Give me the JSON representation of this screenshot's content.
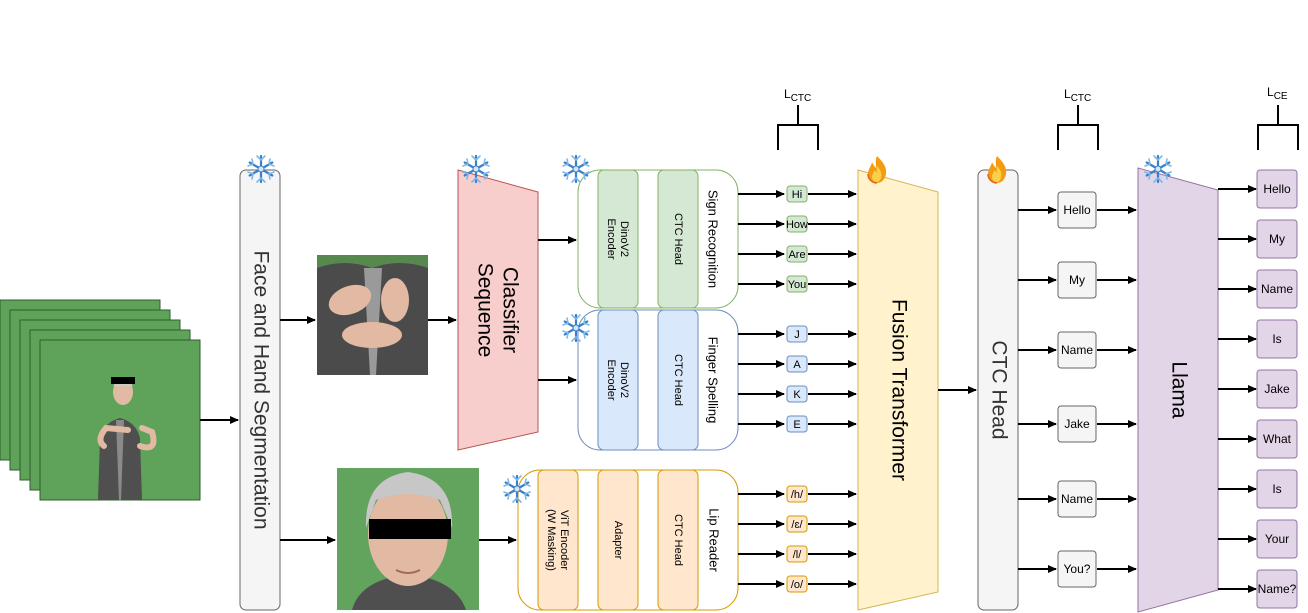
{
  "stages": {
    "segmentation": "Face and Hand Segmentation",
    "classifier_line1": "Sequence",
    "classifier_line2": "Classifier",
    "fusion": "Fusion Transformer",
    "ctc_head": "CTC Head",
    "llama": "Llama"
  },
  "branches": {
    "sign": {
      "title": "Sign Recognition",
      "encoder_line1": "DinoV2",
      "encoder_line2": "Encoder",
      "head": "CTC Head",
      "tokens": [
        "Hi",
        "How",
        "Are",
        "You"
      ]
    },
    "finger": {
      "title": "Finger Spelling",
      "encoder_line1": "DinoV2",
      "encoder_line2": "Encoder",
      "head": "CTC Head",
      "tokens": [
        "J",
        "A",
        "K",
        "E"
      ]
    },
    "lip": {
      "title": "Lip Reader",
      "encoder_line1": "ViT Encoder",
      "encoder_line2": "(W Masking)",
      "adapter": "Adapter",
      "head": "CTC Head",
      "tokens": [
        "/h/",
        "/ɛ/",
        "/l/",
        "/o/"
      ]
    }
  },
  "ctc_outputs": [
    "Hello",
    "My",
    "Name",
    "Jake",
    "Name",
    "You?"
  ],
  "llama_outputs": [
    "Hello",
    "My",
    "Name",
    "Is",
    "Jake",
    "What",
    "Is",
    "Your",
    "Name?"
  ],
  "losses": {
    "ctc1": {
      "main": "L",
      "sub": "CTC"
    },
    "ctc2": {
      "main": "L",
      "sub": "CTC"
    },
    "ce": {
      "main": "L",
      "sub": "CE"
    }
  },
  "icons": {
    "frozen": "snowflake-icon",
    "trainable": "flame-icon"
  },
  "colors": {
    "sign_fill": "#d5e8d4",
    "sign_stroke": "#82b366",
    "finger_fill": "#dae8fc",
    "finger_stroke": "#6c8ebf",
    "lip_fill": "#ffe6cc",
    "lip_stroke": "#d79b00",
    "classifier_fill": "#f8cecc",
    "classifier_stroke": "#b85450",
    "fusion_fill": "#fff2cc",
    "fusion_stroke": "#d6b656",
    "llama_fill": "#e1d5e7",
    "llama_stroke": "#9673a6",
    "neutral_fill": "#f5f5f5",
    "neutral_stroke": "#666666",
    "video_green": "#5fa35a"
  }
}
